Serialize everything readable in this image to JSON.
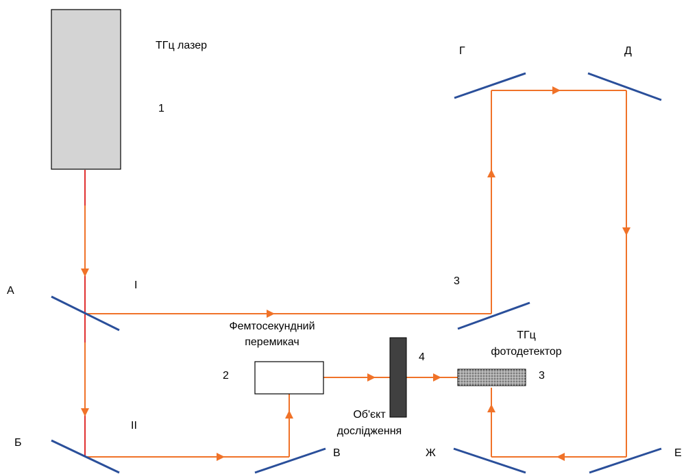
{
  "colors": {
    "beam": "#f07228",
    "beam_source": "#e03030",
    "mirror": "#2a4f9a",
    "laser_fill": "#d4d4d4",
    "sample_fill": "#404040",
    "detector_fill": "#7a7a7a"
  },
  "laser": {
    "label": "ТГц лазер",
    "number": "1"
  },
  "switch": {
    "label_line1": "Фемтосекундний",
    "label_line2": "перемикач",
    "number": "2"
  },
  "sample": {
    "label_line1": "Об'єкт",
    "label_line2": "дослідження",
    "number": "4"
  },
  "detector": {
    "label_line1": "ТГц",
    "label_line2": "фотодетектор",
    "number": "3"
  },
  "path_labels": {
    "path_1": "I",
    "path_2": "II",
    "path_3": "3"
  },
  "mirrors": {
    "a": "А",
    "b": "Б",
    "v": "В",
    "g": "Г",
    "d": "Д",
    "e": "Е",
    "zh": "Ж"
  }
}
